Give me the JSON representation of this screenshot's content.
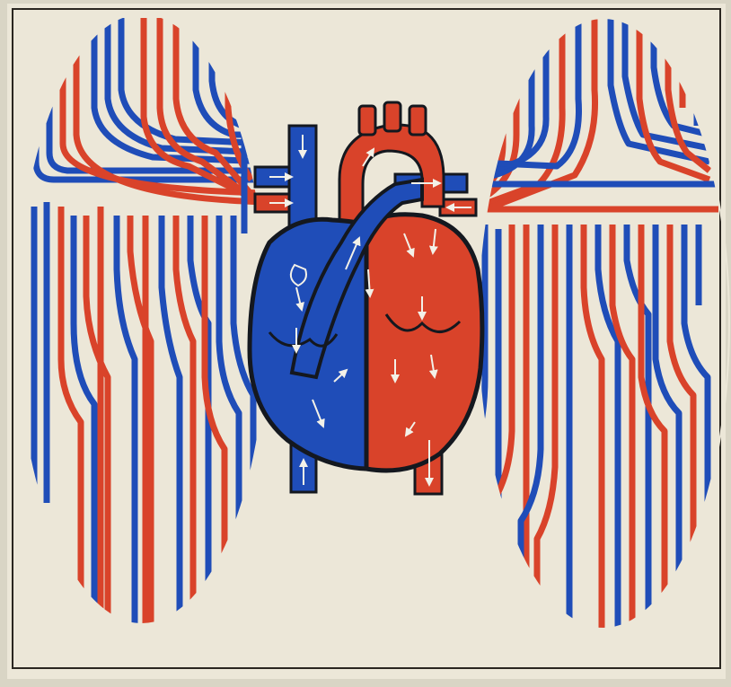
{
  "diagram": {
    "colors": {
      "background": "#ece7d8",
      "outer_background": "#d9d5c5",
      "frame": "#2a2620",
      "venous_blue": "#1f4db8",
      "arterial_red": "#d9432a",
      "heart_outline": "#14181f",
      "flow_arrow": "#f3f1e8"
    },
    "components": [
      {
        "id": "left-vessel-bed",
        "icon": "capillary-network-circle"
      },
      {
        "id": "right-vessel-bed",
        "icon": "capillary-network-circle"
      },
      {
        "id": "heart",
        "icon": "heart-four-chambers"
      },
      {
        "id": "superior-vena-cava",
        "icon": "blue-vessel"
      },
      {
        "id": "inferior-vena-cava",
        "icon": "blue-vessel"
      },
      {
        "id": "aortic-arch",
        "icon": "red-vessel"
      },
      {
        "id": "pulmonary-artery",
        "icon": "blue-vessel"
      },
      {
        "id": "descending-aorta",
        "icon": "red-vessel"
      }
    ]
  }
}
